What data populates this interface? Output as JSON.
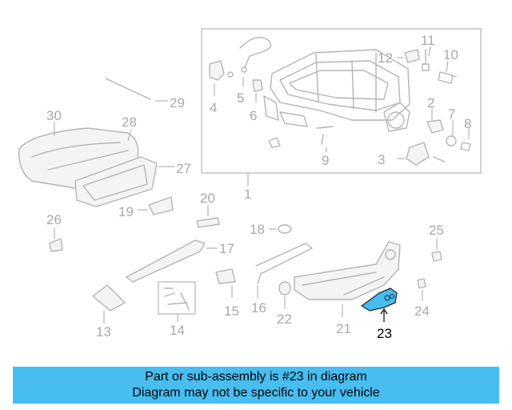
{
  "diagram": {
    "callouts": [
      "1",
      "2",
      "3",
      "4",
      "5",
      "6",
      "7",
      "8",
      "9",
      "10",
      "11",
      "12",
      "13",
      "14",
      "15",
      "16",
      "17",
      "18",
      "19",
      "20",
      "21",
      "22",
      "23",
      "24",
      "25",
      "26",
      "27",
      "28",
      "29",
      "30"
    ],
    "highlighted": "23",
    "highlight_color": "#47bdf0",
    "line_color": "#b4b4b4"
  },
  "banner": {
    "line1": "Part or sub-assembly is #23 in diagram",
    "line2": "Diagram may not be specific to your vehicle",
    "background": "#47bdf0"
  }
}
